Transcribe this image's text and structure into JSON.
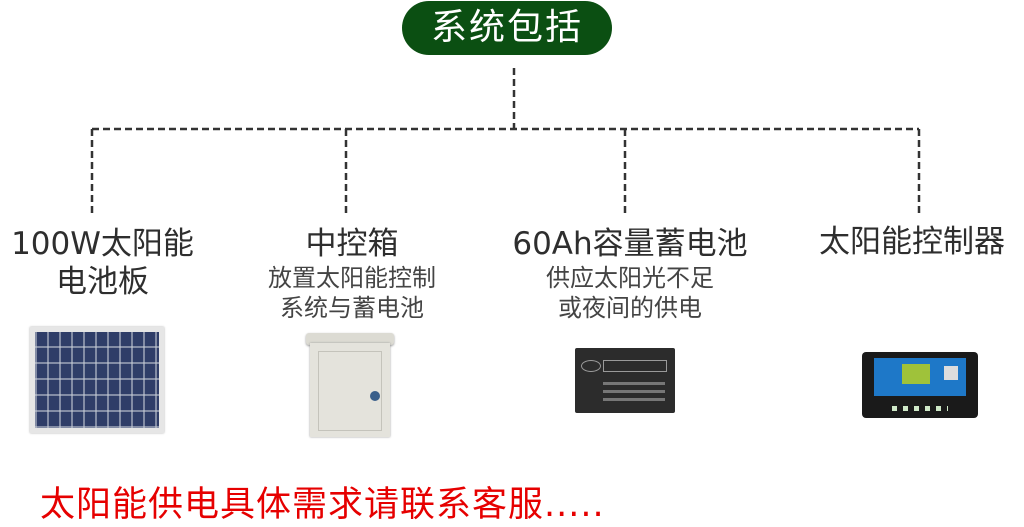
{
  "header": {
    "title": "系统包括"
  },
  "items": [
    {
      "title_lines": [
        "100W太阳能",
        "电池板"
      ],
      "desc_lines": [],
      "image": "solar-panel-photo"
    },
    {
      "title_lines": [
        "中控箱"
      ],
      "desc_lines": [
        "放置太阳能控制",
        "系统与蓄电池"
      ],
      "image": "control-box-photo"
    },
    {
      "title_lines": [
        "60Ah容量蓄电池"
      ],
      "desc_lines": [
        "供应太阳光不足",
        "或夜间的供电"
      ],
      "image": "storage-battery-photo"
    },
    {
      "title_lines": [
        "太阳能控制器"
      ],
      "desc_lines": [],
      "image": "solar-controller-photo"
    }
  ],
  "footer": {
    "note": "太阳能供电具体需求请联系客服....."
  },
  "colors": {
    "header_bg": "#0b4f12",
    "header_text": "#ffffff",
    "footer_text": "#e60000",
    "line": "#333333"
  }
}
